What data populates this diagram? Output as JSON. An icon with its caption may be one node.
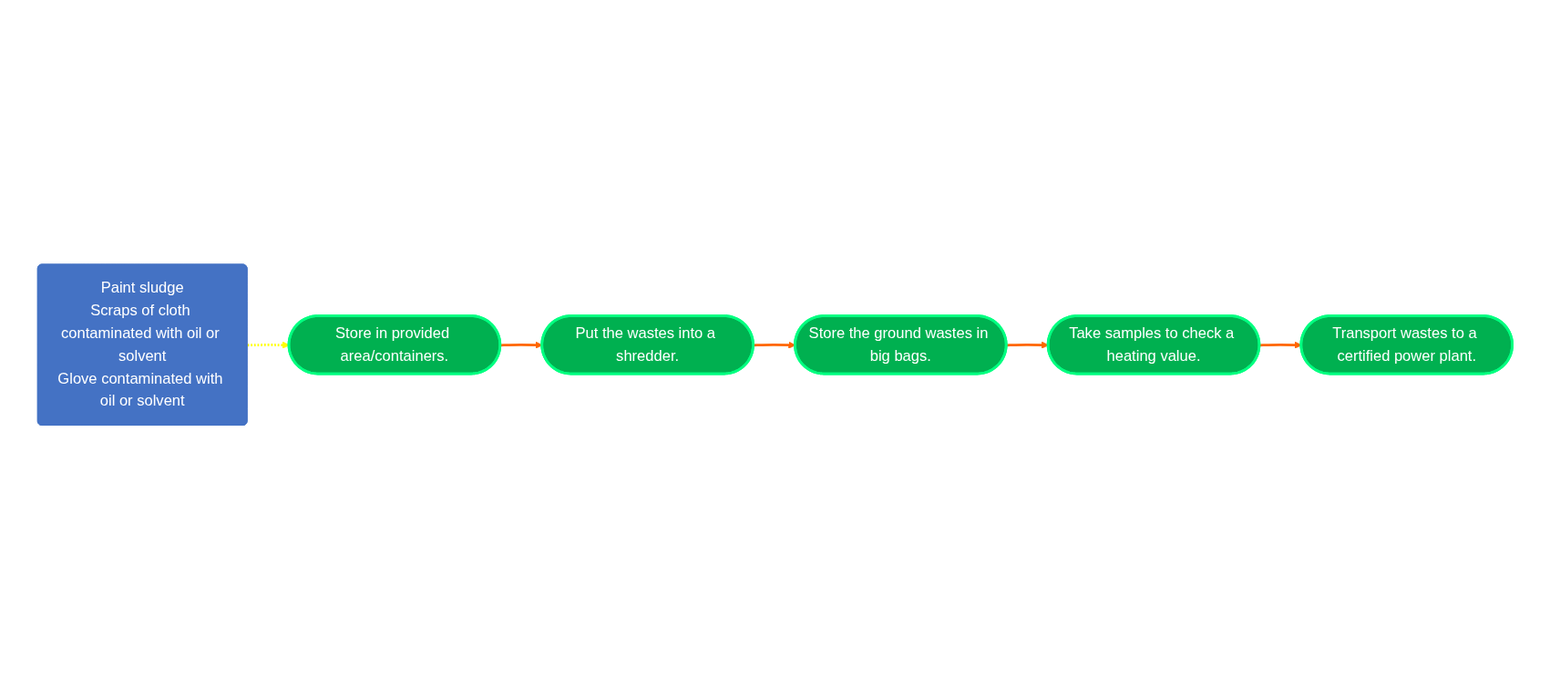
{
  "diagram": {
    "nodes": [
      {
        "text": [
          "Paint sludge",
          "Scraps of cloth contaminated with oil or solvent",
          "Glove contaminated with oil or solvent"
        ]
      },
      {
        "text": [
          "Store in provided area/containers."
        ]
      },
      {
        "text": [
          "Put the wastes into a shredder."
        ]
      },
      {
        "text": [
          "Store the ground wastes in big bags."
        ]
      },
      {
        "text": [
          "Take samples to check a heating value."
        ]
      },
      {
        "text": [
          "Transport wastes to a certified power plant."
        ]
      }
    ],
    "edges": [
      {
        "from": 0,
        "to": 1,
        "arrow": "to",
        "style": "dashed",
        "color": "#ffff00"
      },
      {
        "from": 1,
        "to": 2,
        "arrow": "to"
      },
      {
        "from": 2,
        "to": 3,
        "arrow": "to"
      },
      {
        "from": 3,
        "to": 4,
        "arrow": "to"
      },
      {
        "from": 4,
        "to": 5,
        "arrow": "to"
      }
    ]
  }
}
